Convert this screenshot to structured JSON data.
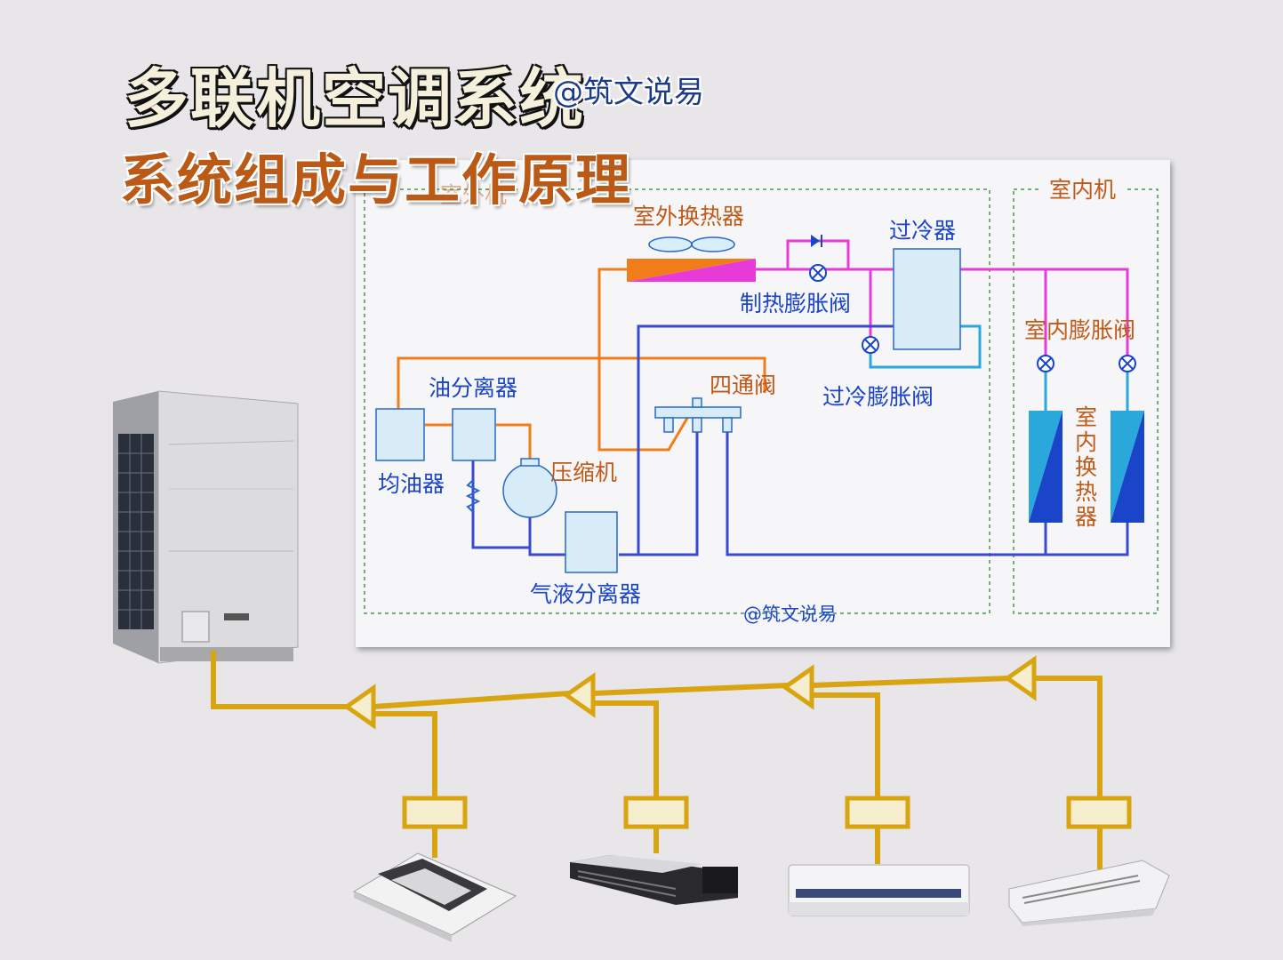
{
  "title": "多联机空调系统",
  "watermark_top": "@筑文说易",
  "subtitle": "系统组成与工作原理",
  "diagram": {
    "outdoor_section": "室外机",
    "indoor_section": "室内机",
    "outdoor_heat_exchanger": "室外换热器",
    "subcooler": "过冷器",
    "heating_expansion_valve": "制热膨胀阀",
    "indoor_expansion_valve": "室内膨胀阀",
    "oil_separator": "油分离器",
    "four_way_valve": "四通阀",
    "subcooling_expansion_valve": "过冷膨胀阀",
    "oil_equalizer": "均油器",
    "compressor": "压缩机",
    "indoor_heat_exchanger": "室内换热器",
    "gas_liquid_separator": "气液分离器",
    "watermark": "@筑文说易"
  },
  "colors": {
    "orange_pipe": "#f07d1a",
    "magenta_pipe": "#e83ad8",
    "blue_pipe": "#3a4ad0",
    "cyan_pipe": "#2aa8dc",
    "gold_pipe": "#d8a410",
    "label_blue": "#1a45c8",
    "label_orange": "#c05a18"
  },
  "indoor_units": [
    "cassette-unit",
    "duct-unit",
    "wall-unit",
    "ceiling-unit"
  ]
}
